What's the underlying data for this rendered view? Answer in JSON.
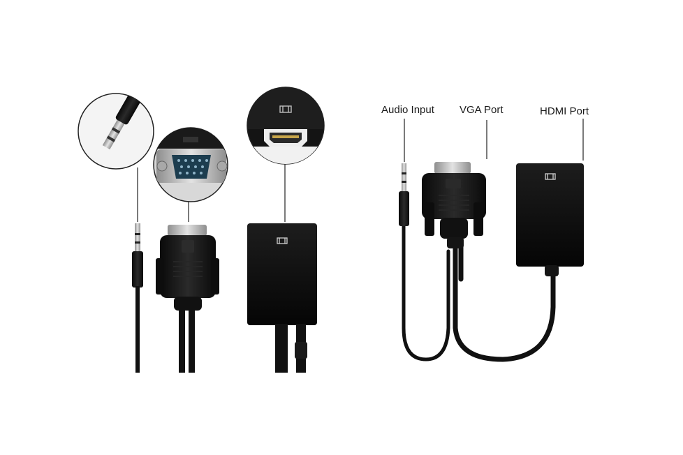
{
  "labels": {
    "audio_input": "Audio Input",
    "vga_port": "VGA Port",
    "hdmi_port": "HDMI Port"
  },
  "icons": {
    "hdmi_symbol": "hdmi-port-icon"
  },
  "colors": {
    "background": "#ffffff",
    "device": "#111111",
    "metal": "#b9b9b9"
  }
}
